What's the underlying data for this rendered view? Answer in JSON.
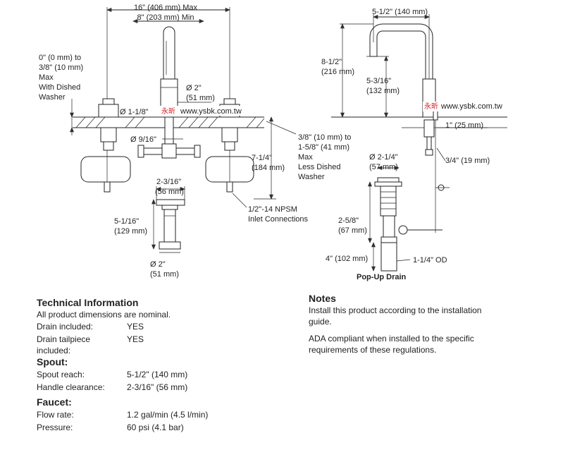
{
  "drawing": {
    "spread": "16\" (406 mm) Max",
    "spread_min": "8\" (203 mm) Min",
    "deck_1": "0\" (0 mm) to",
    "deck_2": "3/8\" (10 mm)",
    "deck_3": "Max",
    "deck_4": "With Dished",
    "deck_5": "Washer",
    "spout_dia": "Ø 2\"",
    "spout_dia_mm": "(51 mm)",
    "valve_dia": "Ø 1-1/8\"",
    "shank_dia": "Ø 9/16\"",
    "below_1": "7-1/4\"",
    "below_2": "(184 mm)",
    "thick_1": "3/8\" (10 mm) to",
    "thick_2": "1-5/8\" (41 mm)",
    "thick_3": "Max",
    "thick_4": "Less Dished",
    "thick_5": "Washer",
    "handle_w_1": "2-3/16\"",
    "handle_w_2": "(56 mm)",
    "handle_h_1": "5-1/16\"",
    "handle_h_2": "(129 mm)",
    "handle_dia_1": "Ø 2\"",
    "handle_dia_2": "(51 mm)",
    "inlet_1": "1/2\"-14 NPSM",
    "inlet_2": "Inlet Connections",
    "reach": "5-1/2\" (140 mm)",
    "height_1": "8-1/2\"",
    "height_2": "(216 mm)",
    "aerator_1": "5-3/16\"",
    "aerator_2": "(132 mm)",
    "deck_mm": "1\" (25 mm)",
    "rod": "3/4\" (19 mm)",
    "drain_dia_1": "Ø 2-1/4\"",
    "drain_dia_2": "(57 mm)",
    "drain_h_1": "2-5/8\"",
    "drain_h_2": "(67 mm)",
    "tail": "4\" (102 mm)",
    "od": "1-1/4\" OD",
    "popup_title": "Pop-Up Drain",
    "watermark_cn": "永昕",
    "watermark": "www.ysbk.com.tw"
  },
  "technical": {
    "title": "Technical Information",
    "subtitle": "All product dimensions are nominal.",
    "rows": [
      {
        "label": "Drain included:",
        "value": "YES"
      },
      {
        "label": "Drain tailpiece included:",
        "value": "YES"
      }
    ]
  },
  "spout": {
    "title": "Spout:",
    "rows": [
      {
        "label": "Spout reach:",
        "value": "5-1/2\" (140 mm)"
      },
      {
        "label": "Handle clearance:",
        "value": "2-3/16\" (56 mm)"
      }
    ]
  },
  "faucet": {
    "title": "Faucet:",
    "rows": [
      {
        "label": "Flow rate:",
        "value": "1.2 gal/min (4.5 l/min)"
      },
      {
        "label": "Pressure:",
        "value": "60 psi (4.1 bar)"
      }
    ]
  },
  "notes": {
    "title": "Notes",
    "items": [
      "Install this product according to the installation guide.",
      "ADA compliant when installed to the specific requirements of these regulations."
    ]
  }
}
